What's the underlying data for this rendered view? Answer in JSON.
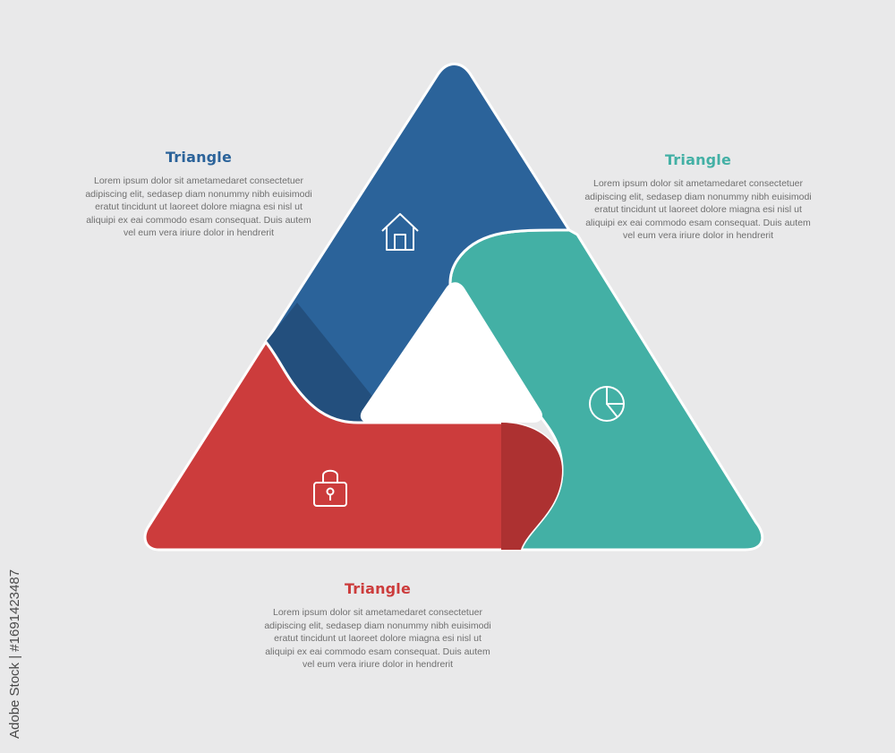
{
  "colors": {
    "blue": "#2b639a",
    "blue_shade": "#234f7d",
    "teal": "#43b0a5",
    "red": "#cc3c3c",
    "red_shade": "#ad3131",
    "center": "#ffffff",
    "background": "#e9e9ea"
  },
  "segments": [
    {
      "id": "blue",
      "icon": "home-icon"
    },
    {
      "id": "teal",
      "icon": "pie-chart-icon"
    },
    {
      "id": "red",
      "icon": "lock-icon"
    }
  ],
  "blocks": {
    "left": {
      "title": "Triangle",
      "body": "Lorem ipsum dolor sit ametamedaret consectetuer adipiscing elit, sedasep diam nonummy nibh euisimodi eratut tincidunt ut laoreet dolore miagna esi nisl ut aliquipi ex eai commodo esam consequat. Duis autem vel eum vera iriure dolor in hendrerit"
    },
    "right": {
      "title": "Triangle",
      "body": "Lorem ipsum dolor sit ametamedaret consectetuer adipiscing elit, sedasep diam nonummy nibh euisimodi eratut tincidunt ut laoreet dolore miagna esi nisl ut aliquipi ex eai commodo esam consequat. Duis autem vel eum vera iriure dolor in hendrerit"
    },
    "bottom": {
      "title": "Triangle",
      "body": "Lorem ipsum dolor sit ametamedaret consectetuer adipiscing elit, sedasep diam nonummy nibh euisimodi eratut tincidunt ut laoreet dolore miagna esi nisl ut aliquipi ex eai commodo esam consequat. Duis autem vel eum vera iriure dolor in hendrerit"
    }
  },
  "watermark": "Adobe Stock | #1691423487"
}
